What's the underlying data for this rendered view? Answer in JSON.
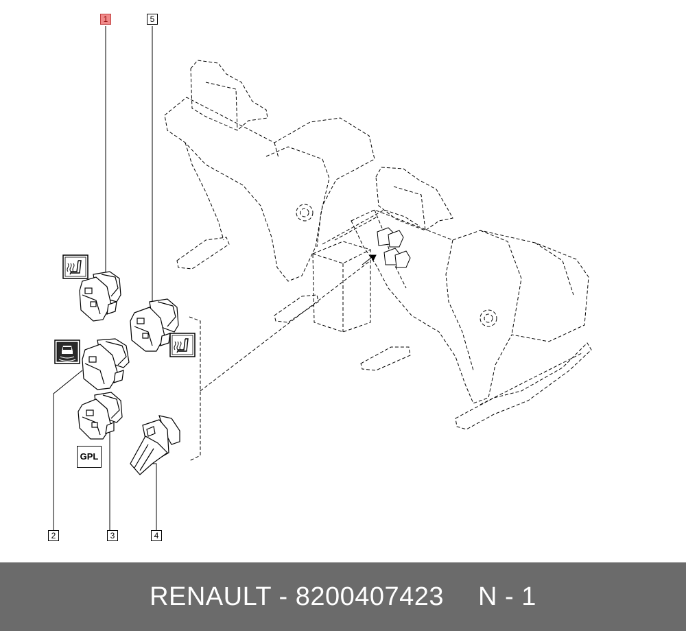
{
  "callouts": [
    {
      "label": "1",
      "highlighted": true
    },
    {
      "label": "2",
      "highlighted": false
    },
    {
      "label": "3",
      "highlighted": false
    },
    {
      "label": "4",
      "highlighted": false
    },
    {
      "label": "5",
      "highlighted": false
    }
  ],
  "tags": {
    "gpl": "GPL"
  },
  "icons": [
    "seat-heater-icon",
    "parking-sensor-icon",
    "seat-heater-icon"
  ],
  "colors": {
    "highlight": "#f08a8a",
    "footer_bg": "#6b6b6b",
    "footer_text": "#ffffff"
  },
  "footer": {
    "brand_part": "RENAULT - 8200407423",
    "quantity": "N - 1"
  }
}
